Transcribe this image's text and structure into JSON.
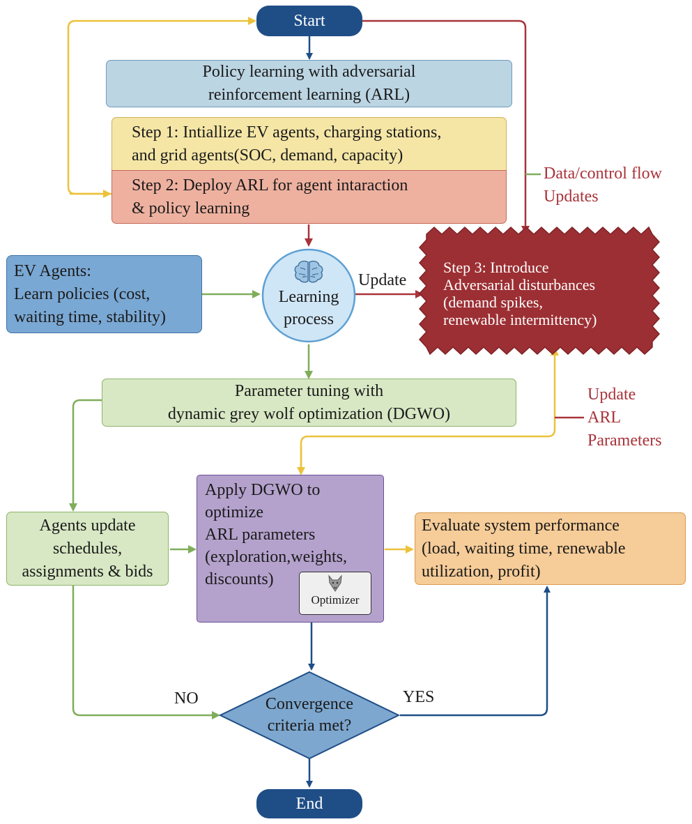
{
  "start": "Start",
  "end": "End",
  "policy": [
    "Policy learning with adversarial",
    "reinforcement learning (ARL)"
  ],
  "step1": [
    "Step 1: Intiallize EV agents, charging stations,",
    "and grid agents(SOC, demand, capacity)"
  ],
  "step2": [
    "Step 2: Deploy ARL for agent intaraction",
    "& policy learning"
  ],
  "dataflow": [
    "Data/control flow",
    "Updates"
  ],
  "ev_agents": [
    "EV Agents:",
    "Learn policies (cost,",
    "waiting time, stability)"
  ],
  "learning": [
    "Learning",
    "process"
  ],
  "update_label": "Update",
  "step3": [
    "Step 3: Introduce",
    "Adversarial disturbances",
    "(demand spikes,",
    "renewable intermittency)"
  ],
  "param_tuning": [
    "Parameter tuning with",
    "dynamic grey wolf optimization (DGWO)"
  ],
  "update_arl": [
    "Update",
    "ARL",
    "Parameters"
  ],
  "agents_update": [
    "Agents update",
    "schedules,",
    "assignments & bids"
  ],
  "apply_dgwo": [
    "Apply DGWO to",
    "optimize",
    "ARL parameters",
    "(exploration,weights,",
    "discounts)"
  ],
  "optimizer": "Optimizer",
  "evaluate": [
    "Evaluate system performance",
    "(load, waiting time, renewable",
    "utilization, profit)"
  ],
  "convergence": [
    "Convergence",
    "criteria met?"
  ],
  "no_label": "NO",
  "yes_label": "YES",
  "colors": {
    "navy": "#1f4e86",
    "policy_fill": "#bcd5e3",
    "step1_fill": "#f5e6a6",
    "step2_fill": "#eeb1a0",
    "ev_fill": "#7aa8d4",
    "learning_fill": "#cfe6f6",
    "step3_fill": "#9c2f33",
    "green_fill": "#d8e8c4",
    "purple_fill": "#b4a2cd",
    "orange_fill": "#f6cc98",
    "diamond_fill": "#7da7cf",
    "green_line": "#7fad5a",
    "yellow_line": "#ecc23b",
    "red_line": "#a8333a"
  }
}
